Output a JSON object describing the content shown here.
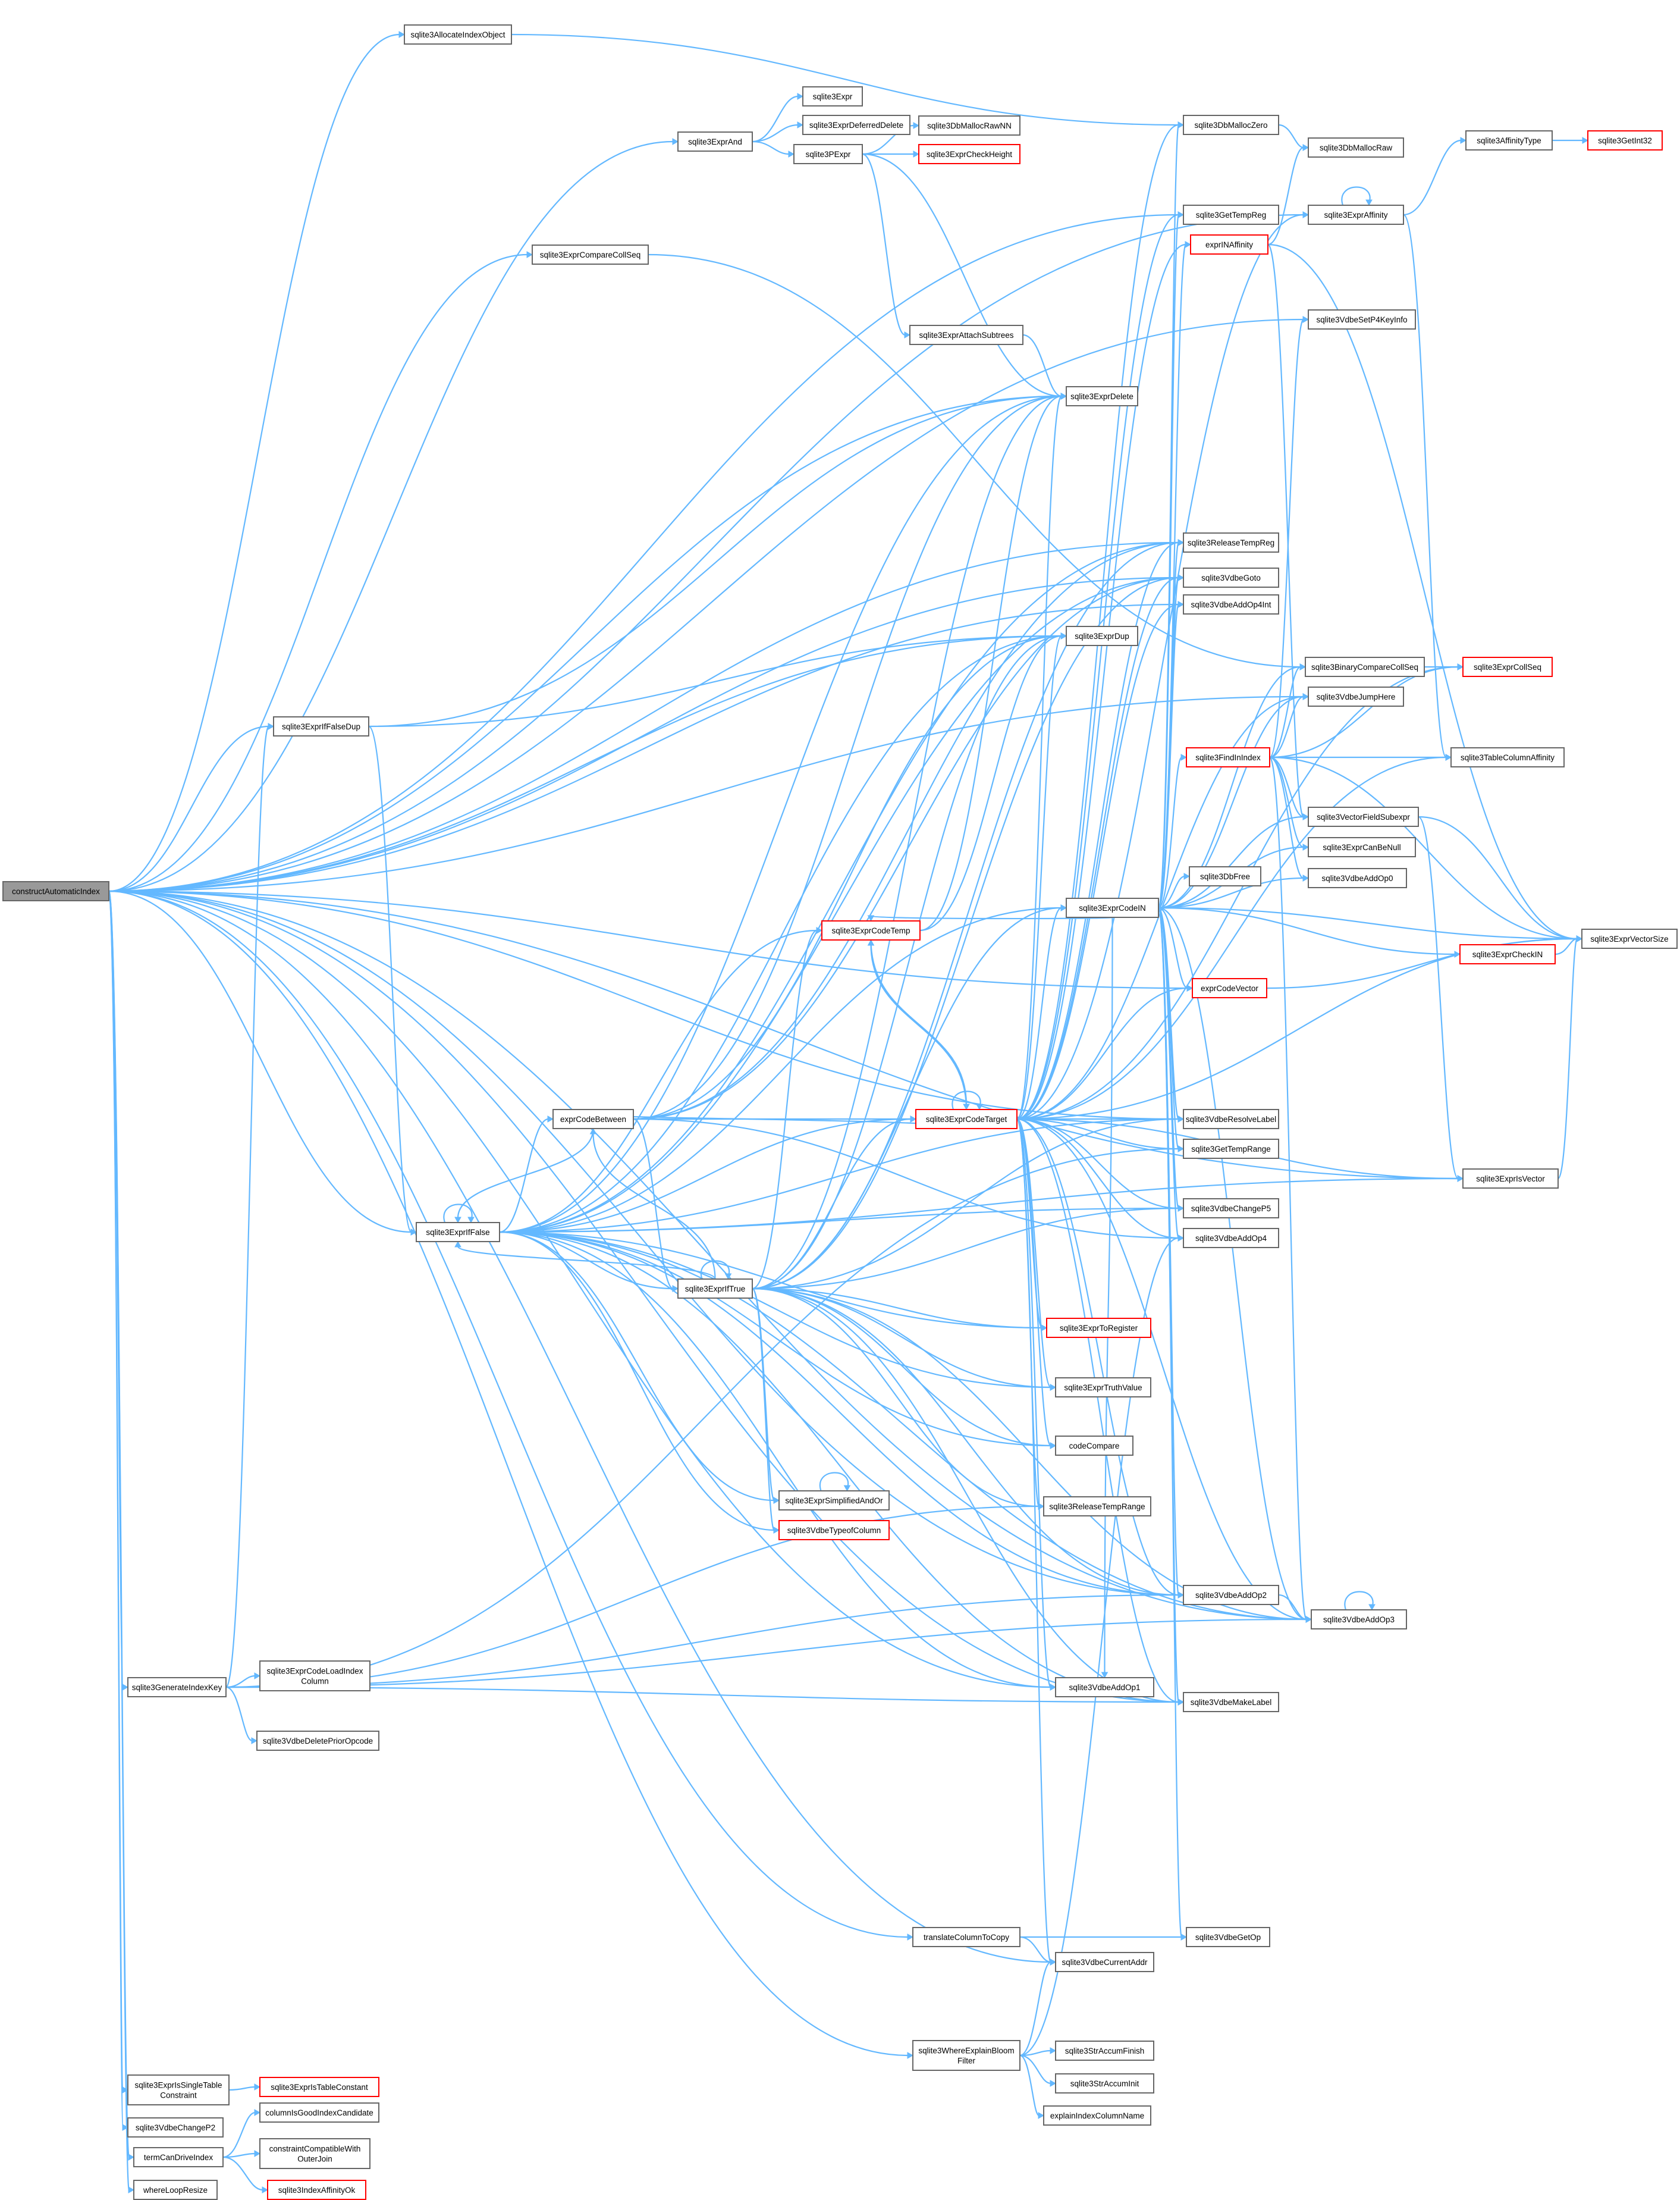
{
  "diagram": {
    "type": "call-graph",
    "colors": {
      "edge": "#63b8ff",
      "node_border": "#666666",
      "truncated_border": "#ff0000",
      "root_fill": "#999999",
      "background": "#ffffff"
    },
    "nodes": [
      {
        "id": "root",
        "label": "constructAutomaticIndex",
        "root": true
      },
      {
        "id": "allocIdx",
        "label": "sqlite3AllocateIndexObject"
      },
      {
        "id": "exprAnd",
        "label": "sqlite3ExprAnd"
      },
      {
        "id": "expr",
        "label": "sqlite3Expr"
      },
      {
        "id": "exprDefDel",
        "label": "sqlite3ExprDeferredDelete"
      },
      {
        "id": "pExpr",
        "label": "sqlite3PExpr"
      },
      {
        "id": "dbMallocRawNN",
        "label": "sqlite3DbMallocRawNN"
      },
      {
        "id": "exprCheckHeight",
        "label": "sqlite3ExprCheckHeight",
        "truncated": true
      },
      {
        "id": "exprAttach",
        "label": "sqlite3ExprAttachSubtrees"
      },
      {
        "id": "exprDelete",
        "label": "sqlite3ExprDelete"
      },
      {
        "id": "exprCompareColl",
        "label": "sqlite3ExprCompareCollSeq"
      },
      {
        "id": "dbMallocZero",
        "label": "sqlite3DbMallocZero"
      },
      {
        "id": "dbMallocRaw",
        "label": "sqlite3DbMallocRaw"
      },
      {
        "id": "getTempReg",
        "label": "sqlite3GetTempReg"
      },
      {
        "id": "exprNAff",
        "label": "exprINAffinity",
        "truncated": true
      },
      {
        "id": "exprAff",
        "label": "sqlite3ExprAffinity"
      },
      {
        "id": "affType",
        "label": "sqlite3AffinityType"
      },
      {
        "id": "getInt32",
        "label": "sqlite3GetInt32",
        "truncated": true
      },
      {
        "id": "vdbeSetP4",
        "label": "sqlite3VdbeSetP4KeyInfo"
      },
      {
        "id": "relTempReg",
        "label": "sqlite3ReleaseTempReg"
      },
      {
        "id": "vdbeGoto",
        "label": "sqlite3VdbeGoto"
      },
      {
        "id": "vdbeAddOp4Int",
        "label": "sqlite3VdbeAddOp4Int"
      },
      {
        "id": "binColl",
        "label": "sqlite3BinaryCompareCollSeq"
      },
      {
        "id": "exprCollSeq",
        "label": "sqlite3ExprCollSeq",
        "truncated": true
      },
      {
        "id": "vdbeJumpHere",
        "label": "sqlite3VdbeJumpHere"
      },
      {
        "id": "exprDup",
        "label": "sqlite3ExprDup"
      },
      {
        "id": "exprIfFalseDup",
        "label": "sqlite3ExprIfFalseDup"
      },
      {
        "id": "findInIdx",
        "label": "sqlite3FindInIndex",
        "truncated": true
      },
      {
        "id": "tableColAff",
        "label": "sqlite3TableColumnAffinity"
      },
      {
        "id": "vecField",
        "label": "sqlite3VectorFieldSubexpr"
      },
      {
        "id": "exprCanBeNull",
        "label": "sqlite3ExprCanBeNull"
      },
      {
        "id": "vdbeAddOp0",
        "label": "sqlite3VdbeAddOp0"
      },
      {
        "id": "dbFree",
        "label": "sqlite3DbFree"
      },
      {
        "id": "exprCodeIN",
        "label": "sqlite3ExprCodeIN"
      },
      {
        "id": "exprCodeTemp",
        "label": "sqlite3ExprCodeTemp",
        "truncated": true
      },
      {
        "id": "exprVecSize",
        "label": "sqlite3ExprVectorSize"
      },
      {
        "id": "exprCheckIN",
        "label": "sqlite3ExprCheckIN",
        "truncated": true
      },
      {
        "id": "exprCodeVector",
        "label": "exprCodeVector",
        "truncated": true
      },
      {
        "id": "exprCodeBetween",
        "label": "exprCodeBetween"
      },
      {
        "id": "exprCodeTarget",
        "label": "sqlite3ExprCodeTarget",
        "truncated": true
      },
      {
        "id": "vdbeResolveLabel",
        "label": "sqlite3VdbeResolveLabel"
      },
      {
        "id": "getTempRange",
        "label": "sqlite3GetTempRange"
      },
      {
        "id": "exprIsVector",
        "label": "sqlite3ExprIsVector"
      },
      {
        "id": "vdbeChangeP5",
        "label": "sqlite3VdbeChangeP5"
      },
      {
        "id": "exprIfFalse",
        "label": "sqlite3ExprIfFalse"
      },
      {
        "id": "vdbeAddOp4",
        "label": "sqlite3VdbeAddOp4"
      },
      {
        "id": "exprIfTrue",
        "label": "sqlite3ExprIfTrue"
      },
      {
        "id": "exprToRegister",
        "label": "sqlite3ExprToRegister",
        "truncated": true
      },
      {
        "id": "exprTruth",
        "label": "sqlite3ExprTruthValue"
      },
      {
        "id": "codeCompare",
        "label": "codeCompare"
      },
      {
        "id": "exprSimplAndOr",
        "label": "sqlite3ExprSimplifiedAndOr"
      },
      {
        "id": "relTempRange",
        "label": "sqlite3ReleaseTempRange"
      },
      {
        "id": "vdbeTypeof",
        "label": "sqlite3VdbeTypeofColumn",
        "truncated": true
      },
      {
        "id": "vdbeAddOp2",
        "label": "sqlite3VdbeAddOp2"
      },
      {
        "id": "vdbeAddOp3",
        "label": "sqlite3VdbeAddOp3"
      },
      {
        "id": "genIdxKey",
        "label": "sqlite3GenerateIndexKey"
      },
      {
        "id": "exprCodeLoadIdx",
        "label": "sqlite3ExprCodeLoadIndex\nColumn"
      },
      {
        "id": "vdbeAddOp1",
        "label": "sqlite3VdbeAddOp1"
      },
      {
        "id": "vdbeMakeLabel",
        "label": "sqlite3VdbeMakeLabel"
      },
      {
        "id": "vdbeDelPrior",
        "label": "sqlite3VdbeDeletePriorOpcode"
      },
      {
        "id": "transColCopy",
        "label": "translateColumnToCopy"
      },
      {
        "id": "vdbeGetOp",
        "label": "sqlite3VdbeGetOp"
      },
      {
        "id": "vdbeCurAddr",
        "label": "sqlite3VdbeCurrentAddr"
      },
      {
        "id": "whereExplBloom",
        "label": "sqlite3WhereExplainBloom\nFilter"
      },
      {
        "id": "strAccumFin",
        "label": "sqlite3StrAccumFinish"
      },
      {
        "id": "strAccumInit",
        "label": "sqlite3StrAccumInit"
      },
      {
        "id": "explIdxCol",
        "label": "explainIndexColumnName"
      },
      {
        "id": "exprIsSingle",
        "label": "sqlite3ExprIsSingleTable\nConstraint"
      },
      {
        "id": "exprIsTblConst",
        "label": "sqlite3ExprIsTableConstant",
        "truncated": true
      },
      {
        "id": "vdbeChangeP2",
        "label": "sqlite3VdbeChangeP2"
      },
      {
        "id": "colIsGood",
        "label": "columnIsGoodIndexCandidate"
      },
      {
        "id": "termCanDrive",
        "label": "termCanDriveIndex"
      },
      {
        "id": "constrCompat",
        "label": "constraintCompatibleWith\nOuterJoin"
      },
      {
        "id": "idxAffOk",
        "label": "sqlite3IndexAffinityOk",
        "truncated": true
      },
      {
        "id": "whereLoopResize",
        "label": "whereLoopResize"
      }
    ],
    "edges": [
      [
        "root",
        "allocIdx"
      ],
      [
        "root",
        "exprAnd"
      ],
      [
        "root",
        "exprDelete"
      ],
      [
        "root",
        "getTempReg"
      ],
      [
        "root",
        "exprCompareColl"
      ],
      [
        "root",
        "vdbeSetP4"
      ],
      [
        "root",
        "exprDup"
      ],
      [
        "root",
        "exprIfFalseDup"
      ],
      [
        "root",
        "exprIfFalse"
      ],
      [
        "root",
        "relTempReg"
      ],
      [
        "root",
        "vdbeGoto"
      ],
      [
        "root",
        "vdbeJumpHere"
      ],
      [
        "root",
        "vdbeAddOp2"
      ],
      [
        "root",
        "genIdxKey"
      ],
      [
        "root",
        "transColCopy"
      ],
      [
        "root",
        "vdbeCurAddr"
      ],
      [
        "root",
        "whereExplBloom"
      ],
      [
        "root",
        "exprIsSingle"
      ],
      [
        "root",
        "vdbeChangeP2"
      ],
      [
        "root",
        "termCanDrive"
      ],
      [
        "root",
        "whereLoopResize"
      ],
      [
        "root",
        "vdbeAddOp1"
      ],
      [
        "root",
        "vdbeAddOp3"
      ],
      [
        "root",
        "vdbeMakeLabel"
      ],
      [
        "root",
        "exprCodeVector"
      ],
      [
        "root",
        "vdbeAddOp4Int"
      ],
      [
        "root",
        "vdbeResolveLabel"
      ],
      [
        "root",
        "exprAff"
      ],
      [
        "root",
        "exprIsVector"
      ],
      [
        "allocIdx",
        "dbMallocZero"
      ],
      [
        "exprAnd",
        "expr"
      ],
      [
        "exprAnd",
        "exprDefDel"
      ],
      [
        "exprAnd",
        "pExpr"
      ],
      [
        "pExpr",
        "dbMallocRawNN"
      ],
      [
        "pExpr",
        "exprCheckHeight"
      ],
      [
        "pExpr",
        "exprAttach"
      ],
      [
        "pExpr",
        "exprDelete"
      ],
      [
        "exprAttach",
        "exprDelete"
      ],
      [
        "exprCompareColl",
        "binColl"
      ],
      [
        "dbMallocZero",
        "dbMallocRaw"
      ],
      [
        "exprAff",
        "affType"
      ],
      [
        "exprAff",
        "exprAff"
      ],
      [
        "exprAff",
        "tableColAff"
      ],
      [
        "affType",
        "getInt32"
      ],
      [
        "exprNAff",
        "dbMallocRaw"
      ],
      [
        "exprNAff",
        "exprVecSize"
      ],
      [
        "exprNAff",
        "vecField"
      ],
      [
        "binColl",
        "exprCollSeq"
      ],
      [
        "exprIfFalseDup",
        "exprDelete"
      ],
      [
        "exprIfFalseDup",
        "exprDup"
      ],
      [
        "exprIfFalseDup",
        "exprIfFalse"
      ],
      [
        "findInIdx",
        "tableColAff"
      ],
      [
        "findInIdx",
        "vecField"
      ],
      [
        "findInIdx",
        "exprCanBeNull"
      ],
      [
        "findInIdx",
        "vdbeAddOp0"
      ],
      [
        "findInIdx",
        "exprVecSize"
      ],
      [
        "findInIdx",
        "vdbeSetP4"
      ],
      [
        "findInIdx",
        "binColl"
      ],
      [
        "findInIdx",
        "vdbeAddOp3"
      ],
      [
        "findInIdx",
        "vdbeJumpHere"
      ],
      [
        "findInIdx",
        "exprCollSeq"
      ],
      [
        "vecField",
        "exprVecSize"
      ],
      [
        "vecField",
        "exprIsVector"
      ],
      [
        "exprCodeIN",
        "exprNAff"
      ],
      [
        "exprCodeIN",
        "findInIdx"
      ],
      [
        "exprCodeIN",
        "dbFree"
      ],
      [
        "exprCodeIN",
        "exprVecSize"
      ],
      [
        "exprCodeIN",
        "exprCheckIN"
      ],
      [
        "exprCodeIN",
        "exprCodeVector"
      ],
      [
        "exprCodeIN",
        "vdbeResolveLabel"
      ],
      [
        "exprCodeIN",
        "getTempRange"
      ],
      [
        "exprCodeIN",
        "vdbeChangeP5"
      ],
      [
        "exprCodeIN",
        "vdbeAddOp4"
      ],
      [
        "exprCodeIN",
        "vdbeAddOp2"
      ],
      [
        "exprCodeIN",
        "vdbeAddOp3"
      ],
      [
        "exprCodeIN",
        "vdbeAddOp1"
      ],
      [
        "exprCodeIN",
        "vdbeMakeLabel"
      ],
      [
        "exprCodeIN",
        "vdbeGetOp"
      ],
      [
        "exprCodeIN",
        "relTempReg"
      ],
      [
        "exprCodeIN",
        "vdbeGoto"
      ],
      [
        "exprCodeIN",
        "vdbeAddOp4Int"
      ],
      [
        "exprCodeIN",
        "getTempReg"
      ],
      [
        "exprCodeIN",
        "vdbeJumpHere"
      ],
      [
        "exprCodeIN",
        "exprCodeTemp"
      ],
      [
        "exprCodeIN",
        "dbMallocZero"
      ],
      [
        "exprCodeIN",
        "vecField"
      ],
      [
        "exprCodeIN",
        "exprCanBeNull"
      ],
      [
        "exprCodeIN",
        "vdbeAddOp0"
      ],
      [
        "exprCodeIN",
        "binColl"
      ],
      [
        "exprCheckIN",
        "exprVecSize"
      ],
      [
        "exprCodeVector",
        "exprVecSize"
      ],
      [
        "exprIsVector",
        "exprVecSize"
      ],
      [
        "exprCodeTemp",
        "exprCodeTarget"
      ],
      [
        "exprCodeTemp",
        "exprDelete"
      ],
      [
        "exprCodeTemp",
        "exprDup"
      ],
      [
        "exprCodeBetween",
        "exprCodeTarget"
      ],
      [
        "exprCodeBetween",
        "exprDelete"
      ],
      [
        "exprCodeBetween",
        "exprDup"
      ],
      [
        "exprCodeBetween",
        "exprIfTrue"
      ],
      [
        "exprCodeBetween",
        "exprIfFalse"
      ],
      [
        "exprCodeBetween",
        "relTempReg"
      ],
      [
        "exprCodeBetween",
        "vdbeGoto"
      ],
      [
        "exprCodeBetween",
        "vdbeAddOp4"
      ],
      [
        "exprCodeTarget",
        "exprCodeIN"
      ],
      [
        "exprCodeTarget",
        "exprCodeTemp"
      ],
      [
        "exprCodeTarget",
        "exprCodeBetween"
      ],
      [
        "exprCodeTarget",
        "exprCodeVector"
      ],
      [
        "exprCodeTarget",
        "vdbeResolveLabel"
      ],
      [
        "exprCodeTarget",
        "getTempRange"
      ],
      [
        "exprCodeTarget",
        "exprIsVector"
      ],
      [
        "exprCodeTarget",
        "vdbeChangeP5"
      ],
      [
        "exprCodeTarget",
        "vdbeAddOp4"
      ],
      [
        "exprCodeTarget",
        "exprToRegister"
      ],
      [
        "exprCodeTarget",
        "exprTruth"
      ],
      [
        "exprCodeTarget",
        "codeCompare"
      ],
      [
        "exprCodeTarget",
        "relTempRange"
      ],
      [
        "exprCodeTarget",
        "vdbeAddOp2"
      ],
      [
        "exprCodeTarget",
        "vdbeAddOp3"
      ],
      [
        "exprCodeTarget",
        "vdbeAddOp1"
      ],
      [
        "exprCodeTarget",
        "vdbeMakeLabel"
      ],
      [
        "exprCodeTarget",
        "vdbeCurAddr"
      ],
      [
        "exprCodeTarget",
        "exprDelete"
      ],
      [
        "exprCodeTarget",
        "exprDup"
      ],
      [
        "exprCodeTarget",
        "getTempReg"
      ],
      [
        "exprCodeTarget",
        "relTempReg"
      ],
      [
        "exprCodeTarget",
        "vdbeGoto"
      ],
      [
        "exprCodeTarget",
        "vdbeAddOp4Int"
      ],
      [
        "exprCodeTarget",
        "vdbeJumpHere"
      ],
      [
        "exprCodeTarget",
        "exprCollSeq"
      ],
      [
        "exprCodeTarget",
        "dbMallocZero"
      ],
      [
        "exprCodeTarget",
        "tableColAff"
      ],
      [
        "exprCodeTarget",
        "exprVecSize"
      ],
      [
        "exprCodeTarget",
        "exprNAff"
      ],
      [
        "exprCodeTarget",
        "exprAff"
      ],
      [
        "exprCodeTarget",
        "exprCodeTarget"
      ],
      [
        "exprIfFalse",
        "exprIfFalse"
      ],
      [
        "exprIfFalse",
        "exprCodeBetween"
      ],
      [
        "exprIfFalse",
        "exprIfTrue"
      ],
      [
        "exprIfFalse",
        "exprCodeTarget"
      ],
      [
        "exprIfFalse",
        "exprCodeTemp"
      ],
      [
        "exprIfFalse",
        "exprCodeIN"
      ],
      [
        "exprIfFalse",
        "exprSimplAndOr"
      ],
      [
        "exprIfFalse",
        "exprTruth"
      ],
      [
        "exprIfFalse",
        "codeCompare"
      ],
      [
        "exprIfFalse",
        "vdbeTypeof"
      ],
      [
        "exprIfFalse",
        "exprToRegister"
      ],
      [
        "exprIfFalse",
        "vdbeAddOp2"
      ],
      [
        "exprIfFalse",
        "vdbeAddOp3"
      ],
      [
        "exprIfFalse",
        "vdbeMakeLabel"
      ],
      [
        "exprIfFalse",
        "vdbeResolveLabel"
      ],
      [
        "exprIfFalse",
        "vdbeGoto"
      ],
      [
        "exprIfFalse",
        "relTempReg"
      ],
      [
        "exprIfFalse",
        "exprDelete"
      ],
      [
        "exprIfFalse",
        "exprDup"
      ],
      [
        "exprIfFalse",
        "vdbeChangeP5"
      ],
      [
        "exprIfFalse",
        "exprIsVector"
      ],
      [
        "exprIfFalse",
        "vdbeAddOp1"
      ],
      [
        "exprIfTrue",
        "exprIfFalse"
      ],
      [
        "exprIfTrue",
        "exprCodeBetween"
      ],
      [
        "exprIfTrue",
        "exprIfTrue"
      ],
      [
        "exprIfTrue",
        "exprCodeTarget"
      ],
      [
        "exprIfTrue",
        "exprCodeTemp"
      ],
      [
        "exprIfTrue",
        "exprCodeIN"
      ],
      [
        "exprIfTrue",
        "exprSimplAndOr"
      ],
      [
        "exprIfTrue",
        "exprTruth"
      ],
      [
        "exprIfTrue",
        "codeCompare"
      ],
      [
        "exprIfTrue",
        "vdbeTypeof"
      ],
      [
        "exprIfTrue",
        "exprToRegister"
      ],
      [
        "exprIfTrue",
        "vdbeAddOp2"
      ],
      [
        "exprIfTrue",
        "vdbeAddOp3"
      ],
      [
        "exprIfTrue",
        "vdbeMakeLabel"
      ],
      [
        "exprIfTrue",
        "vdbeResolveLabel"
      ],
      [
        "exprIfTrue",
        "vdbeGoto"
      ],
      [
        "exprIfTrue",
        "relTempReg"
      ],
      [
        "exprIfTrue",
        "exprDelete"
      ],
      [
        "exprIfTrue",
        "exprDup"
      ],
      [
        "exprIfTrue",
        "vdbeChangeP5"
      ],
      [
        "exprIfTrue",
        "relTempRange"
      ],
      [
        "exprSimplAndOr",
        "exprSimplAndOr"
      ],
      [
        "vdbeAddOp3",
        "vdbeAddOp3"
      ],
      [
        "vdbeAddOp2",
        "vdbeAddOp3"
      ],
      [
        "genIdxKey",
        "exprIfFalseDup"
      ],
      [
        "genIdxKey",
        "exprCodeLoadIdx"
      ],
      [
        "genIdxKey",
        "vdbeDelPrior"
      ],
      [
        "genIdxKey",
        "vdbeAddOp3"
      ],
      [
        "genIdxKey",
        "vdbeMakeLabel"
      ],
      [
        "genIdxKey",
        "vdbeAddOp2"
      ],
      [
        "genIdxKey",
        "relTempRange"
      ],
      [
        "genIdxKey",
        "getTempRange"
      ],
      [
        "transColCopy",
        "vdbeGetOp"
      ],
      [
        "transColCopy",
        "vdbeCurAddr"
      ],
      [
        "whereExplBloom",
        "strAccumFin"
      ],
      [
        "whereExplBloom",
        "strAccumInit"
      ],
      [
        "whereExplBloom",
        "explIdxCol"
      ],
      [
        "whereExplBloom",
        "vdbeCurAddr"
      ],
      [
        "whereExplBloom",
        "vdbeAddOp4"
      ],
      [
        "exprIsSingle",
        "exprIsTblConst"
      ],
      [
        "termCanDrive",
        "colIsGood"
      ],
      [
        "termCanDrive",
        "constrCompat"
      ],
      [
        "termCanDrive",
        "idxAffOk"
      ]
    ]
  }
}
